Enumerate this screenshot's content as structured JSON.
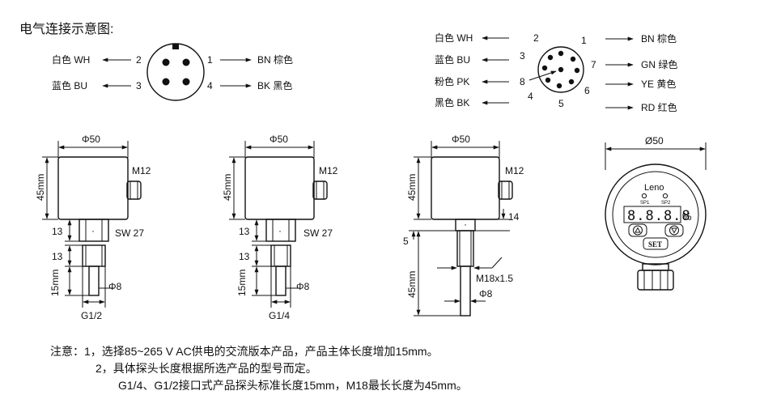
{
  "heading": "电气连接示意图:",
  "connector4": {
    "pins": [
      {
        "num": "1",
        "label": "BN 棕色"
      },
      {
        "num": "2",
        "label": "白色 WH"
      },
      {
        "num": "3",
        "label": "蓝色 BU"
      },
      {
        "num": "4",
        "label": "BK 黑色"
      }
    ]
  },
  "connector8": {
    "pins": [
      {
        "num": "1",
        "label": "BN 棕色"
      },
      {
        "num": "2",
        "label": "白色 WH"
      },
      {
        "num": "3",
        "label": "蓝色 BU"
      },
      {
        "num": "4",
        "label": "黑色 BK"
      },
      {
        "num": "5",
        "label": ""
      },
      {
        "num": "6",
        "label": "YE 黄色"
      },
      {
        "num": "7",
        "label": "GN 绿色"
      },
      {
        "num": "8",
        "label": "粉色 PK"
      }
    ],
    "extra_label": "RD 红色"
  },
  "views": {
    "a": {
      "width": "Φ50",
      "height": "45mm",
      "connector": "M12",
      "neck": "13",
      "wrench": "SW 27",
      "shank": "13",
      "probe": "15mm",
      "tip_dia": "Φ8",
      "thread": "G1/2"
    },
    "b": {
      "width": "Φ50",
      "height": "45mm",
      "connector": "M12",
      "neck": "13",
      "wrench": "SW 27",
      "shank": "13",
      "probe": "15mm",
      "tip_dia": "Φ8",
      "thread": "G1/4"
    },
    "c": {
      "width": "Φ50",
      "height": "45mm",
      "connector": "M12",
      "neck": "14",
      "offset": "5",
      "probe": "45mm",
      "thread": "M18x1.5",
      "tip_dia": "Φ8"
    },
    "d": {
      "diameter": "Ø50",
      "brand": "Leno",
      "sp1": "SP1",
      "sp2": "SP2",
      "display": "8.8.8.8",
      "unit": "%",
      "set_label": "SET"
    }
  },
  "notes": {
    "line1": "注意：1，选择85~265 V AC供电的交流版本产品，产品主体长度增加15mm。",
    "line2": "2，具体探头长度根据所选产品的型号而定。",
    "line3": "G1/4、G1/2接口式产品探头标准长度15mm，M18最长长度为45mm。"
  }
}
